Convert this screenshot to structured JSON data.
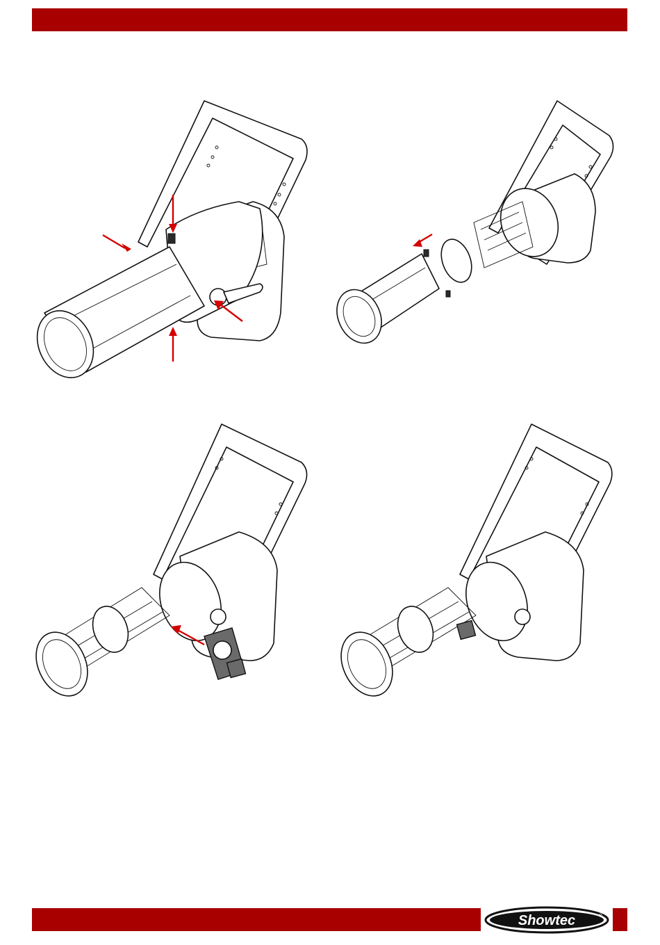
{
  "brand": {
    "accent_color": "#a80000",
    "logo_text": "Showtec"
  },
  "figures": [
    {
      "name": "fixture-with-lens-tube",
      "arrows": 4
    },
    {
      "name": "lens-tube-removed",
      "arrows": 1
    },
    {
      "name": "gobo-holder-inserting",
      "arrows": 1
    },
    {
      "name": "gobo-holder-inserted",
      "arrows": 0
    }
  ]
}
